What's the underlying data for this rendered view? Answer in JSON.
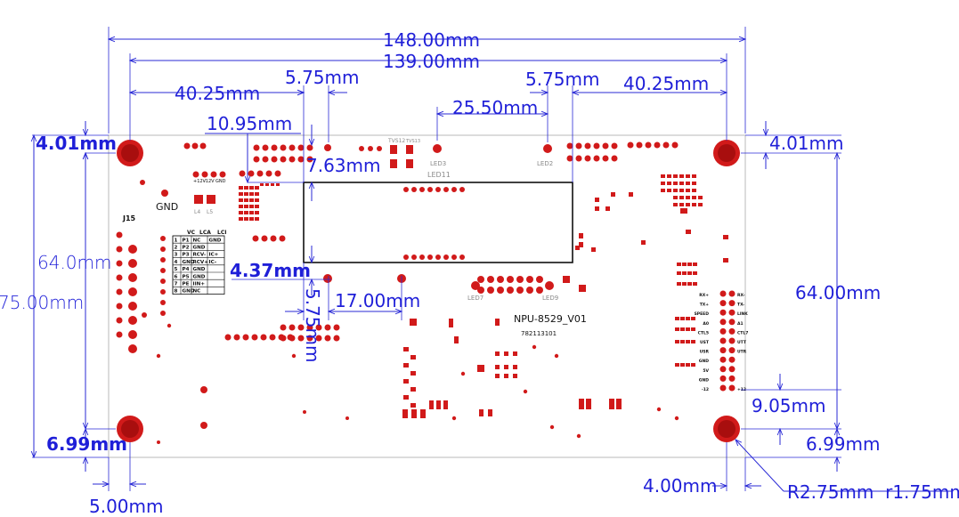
{
  "dimensions": {
    "width_overall": "148.00mm",
    "width_holes": "139.00mm",
    "left_offset": "40.25mm",
    "right_offset": "40.25mm",
    "slot_left": "5.75mm",
    "slot_right": "5.75mm",
    "led_span": "25.50mm",
    "lcd_offset": "10.95mm",
    "lcd_top": "7.63mm",
    "hole_top_left": "4.01mm",
    "hole_top_right": "4.01mm",
    "height_left": "64.0mm",
    "height_right": "64.00mm",
    "height_overall": "75.00mm",
    "lcd_bottom": "4.37mm",
    "lcd_width": "17.00mm",
    "lcd_vertical": "5.75mm",
    "hole_bottom_left": "6.99mm",
    "hole_bottom_right": "6.99mm",
    "edge_left": "5.00mm",
    "edge_right": "4.00mm",
    "pin_offset": "9.05mm",
    "hole_radius": "R2.75mm  r1.75mm"
  },
  "board": {
    "model": "NPU-8529_V01",
    "part_number": "782113101",
    "gnd": "GND",
    "connector": "J15",
    "led_labels": [
      "LED3",
      "LED11",
      "LED2",
      "LED7",
      "LED9"
    ],
    "tvs_labels": [
      "TVS12",
      "TVS13"
    ],
    "power_labels": [
      "+12V",
      "-12V",
      "GND"
    ],
    "inductors": [
      "L4",
      "L5"
    ],
    "right_pins": [
      "RX+",
      "TX+",
      "SPEED",
      "A0",
      "CTL5",
      "UST",
      "USR",
      "GND",
      "5V",
      "GND",
      "-12"
    ],
    "right_pins_r": [
      "RX-",
      "TX-",
      "LINK",
      "A1",
      "CTL7",
      "UTT",
      "UTR",
      "",
      "",
      "",
      "+12"
    ]
  },
  "pin_table": {
    "headers": [
      "VC",
      "LCA",
      "LCI"
    ],
    "rows": [
      [
        "1",
        "P1",
        "NC",
        "GND"
      ],
      [
        "2",
        "P2",
        "GND",
        ""
      ],
      [
        "3",
        "P3",
        "RCV-",
        "IC+"
      ],
      [
        "4",
        "GND",
        "RCV+",
        "IC-"
      ],
      [
        "5",
        "P4",
        "GND",
        ""
      ],
      [
        "6",
        "P5",
        "GND",
        ""
      ],
      [
        "7",
        "PE",
        "IIN+",
        ""
      ],
      [
        "8",
        "GND",
        "NC",
        ""
      ]
    ]
  },
  "colors": {
    "dimension": "#1f1fd8",
    "pad": "#d11a1a",
    "board_edge": "#b8b8b8"
  }
}
